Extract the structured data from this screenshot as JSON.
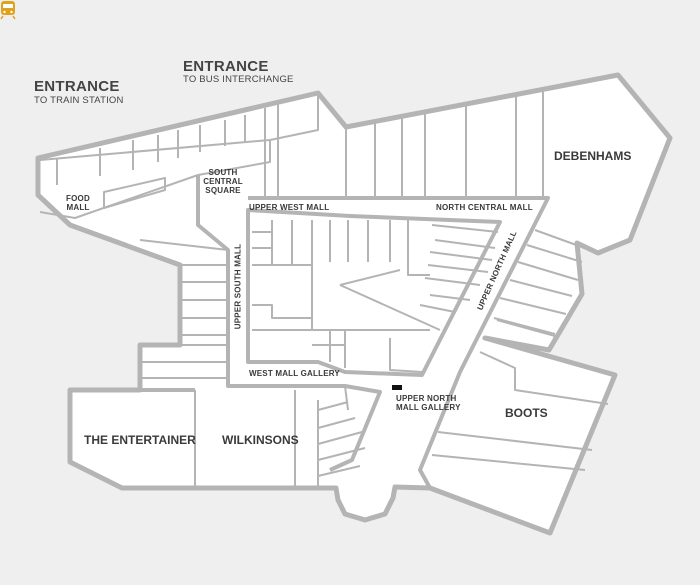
{
  "entrances": {
    "train": {
      "title": "ENTRANCE",
      "subtitle": "TO TRAIN STATION",
      "icon": "train-icon"
    },
    "bus": {
      "title": "ENTRANCE",
      "subtitle": "TO BUS INTERCHANGE"
    }
  },
  "stores": {
    "debenhams": "DEBENHAMS",
    "boots": "BOOTS",
    "entertainer": "THE ENTERTAINER",
    "wilkinsons": "WILKINSONS"
  },
  "areas": {
    "food_mall_1": "FOOD",
    "food_mall_2": "MALL",
    "south_central_1": "SOUTH",
    "south_central_2": "CENTRAL",
    "south_central_3": "SQUARE",
    "upper_west_mall": "UPPER WEST MALL",
    "north_central_mall": "NORTH CENTRAL MALL",
    "upper_north_mall": "UPPER NORTH MALL",
    "upper_south_mall": "UPPER SOUTH MALL",
    "west_mall_gallery": "WEST MALL GALLERY",
    "upper_north_gallery_1": "UPPER NORTH",
    "upper_north_gallery_2": "MALL GALLERY"
  },
  "colors": {
    "background": "#efefef",
    "walls": "#b4b4b4",
    "floor": "#ffffff",
    "text": "#3a3a3a",
    "train_icon": "#e0a21a",
    "marker": "#111111"
  }
}
